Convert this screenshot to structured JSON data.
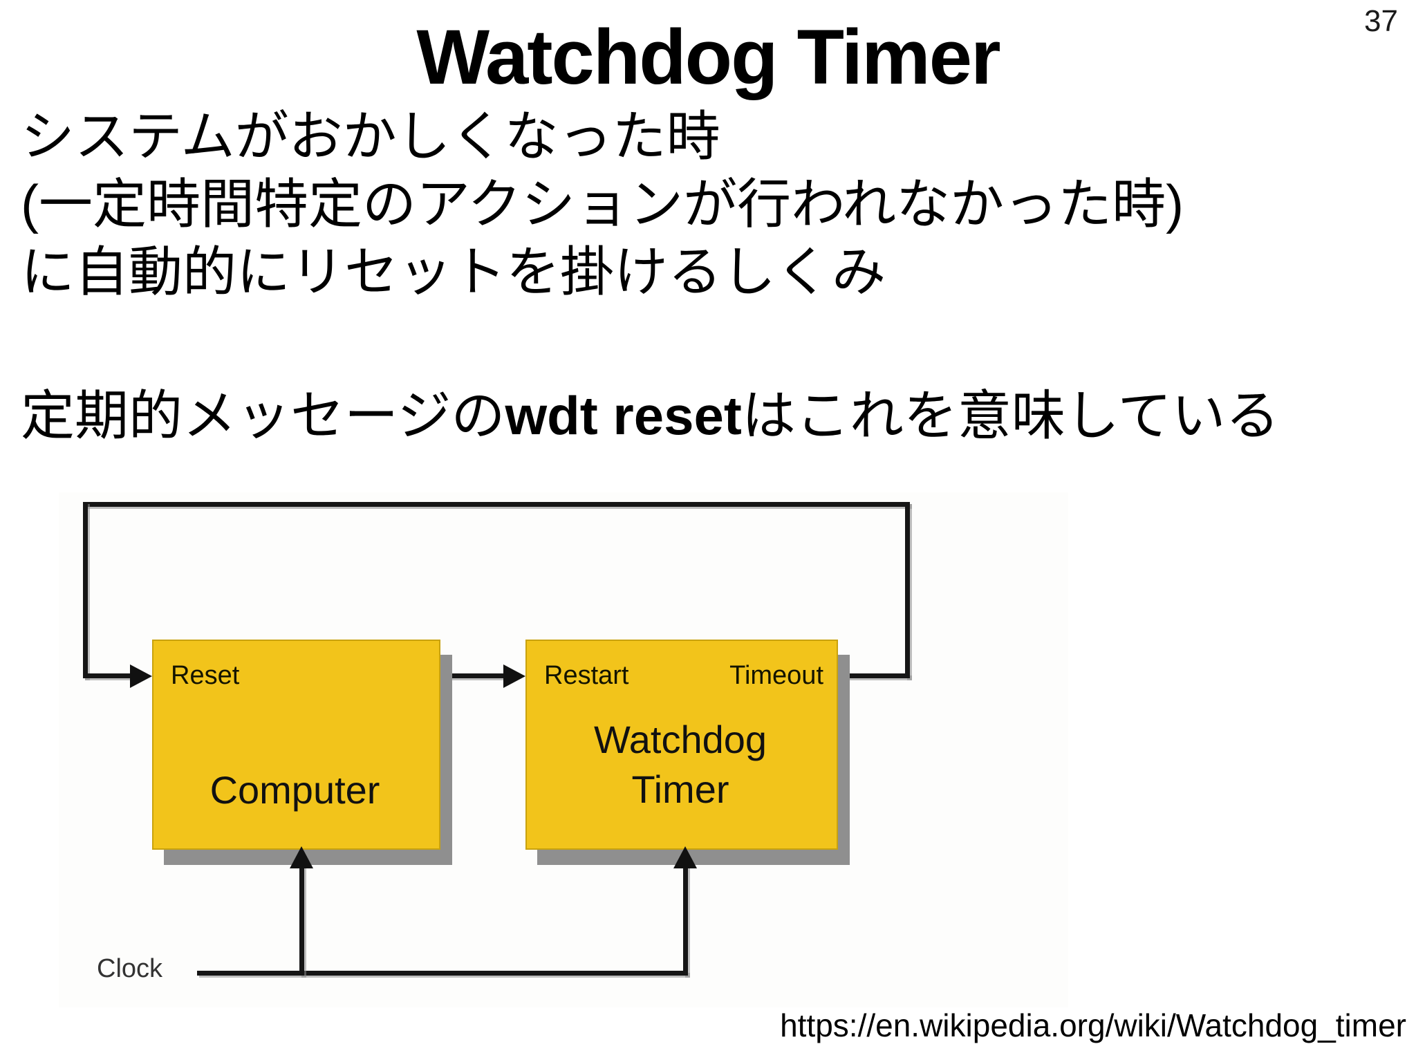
{
  "slide": {
    "page_number": "37",
    "title": "Watchdog Timer",
    "body_lines": [
      "システムがおかしくなった時",
      "(一定時間特定のアクションが行われなかった時)",
      "に自動的にリセットを掛けるしくみ"
    ],
    "emphasis_line": {
      "prefix": "定期的メッセージの",
      "bold_text": "wdt reset",
      "suffix": "はこれを意味している"
    },
    "source_url": "https://en.wikipedia.org/wiki/Watchdog_timer"
  },
  "diagram": {
    "computer_box": {
      "label": "Computer",
      "port_reset": "Reset"
    },
    "watchdog_box": {
      "label_line1": "Watchdog",
      "label_line2": "Timer",
      "port_restart": "Restart",
      "port_timeout": "Timeout"
    },
    "clock_label": "Clock",
    "colors": {
      "box_fill": "#F2C41B",
      "box_border": "#C9A20E",
      "box_shadow": "#8F8F8F",
      "wire": "#161616"
    }
  }
}
